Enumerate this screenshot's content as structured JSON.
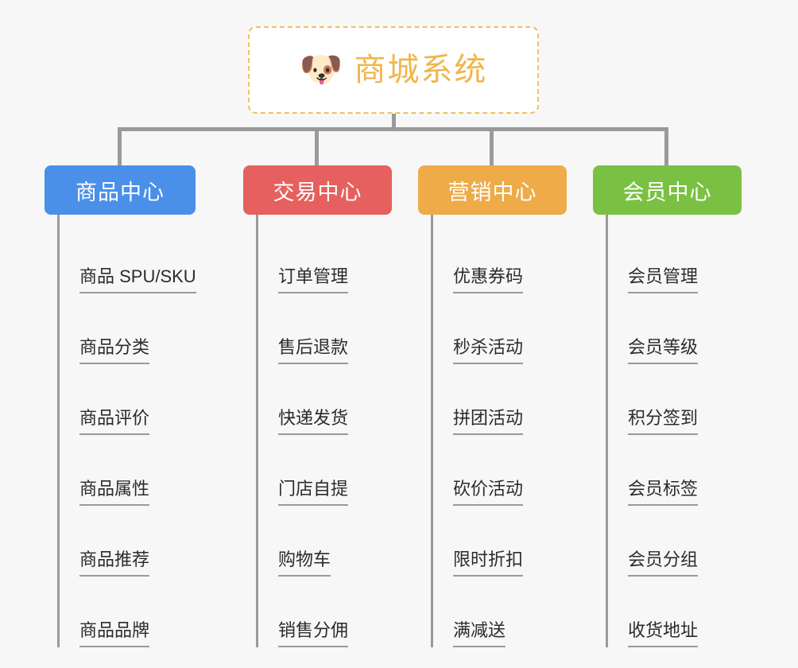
{
  "diagram": {
    "type": "mindmap-org-chart",
    "background_color": "#f7f7f7",
    "root": {
      "title": "商城系统",
      "emoji": "🐶",
      "emoji_name": "shiba-inu-dog-face",
      "text_color": "#f0b64a",
      "border_color": "#f0c066",
      "border_style": "dashed"
    },
    "branches": [
      {
        "id": "product-center",
        "title": "商品中心",
        "color": "#4a90e8",
        "items": [
          "商品 SPU/SKU",
          "商品分类",
          "商品评价",
          "商品属性",
          "商品推荐",
          "商品品牌"
        ]
      },
      {
        "id": "trade-center",
        "title": "交易中心",
        "color": "#e5605e",
        "items": [
          "订单管理",
          "售后退款",
          "快递发货",
          "门店自提",
          "购物车",
          "销售分佣"
        ]
      },
      {
        "id": "marketing-center",
        "title": "营销中心",
        "color": "#eeab48",
        "items": [
          "优惠券码",
          "秒杀活动",
          "拼团活动",
          "砍价活动",
          "限时折扣",
          "满减送"
        ]
      },
      {
        "id": "member-center",
        "title": "会员中心",
        "color": "#7ac143",
        "items": [
          "会员管理",
          "会员等级",
          "积分签到",
          "会员标签",
          "会员分组",
          "收货地址"
        ]
      }
    ],
    "connector_color": "#9a9a9a"
  }
}
